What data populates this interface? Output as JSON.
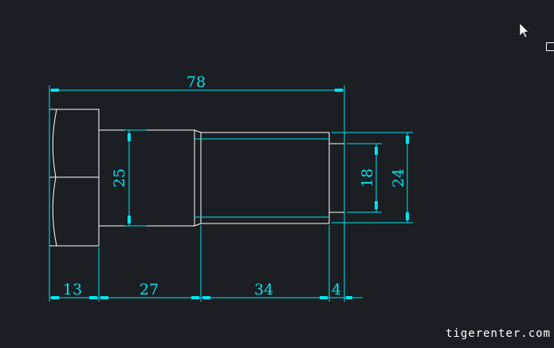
{
  "drawing": {
    "subject": "bolt",
    "dimensions": {
      "overall_length": "78",
      "shank_diameter": "25",
      "tip_diameter": "18",
      "thread_diameter": "24",
      "head_length": "13",
      "shank_length": "27",
      "thread_length": "34",
      "tip_length": "4"
    },
    "colors": {
      "background": "#1b1e23",
      "geometry": "#ffffff",
      "dimension": "#00e5ee"
    }
  },
  "watermark": "tigerenter.com"
}
